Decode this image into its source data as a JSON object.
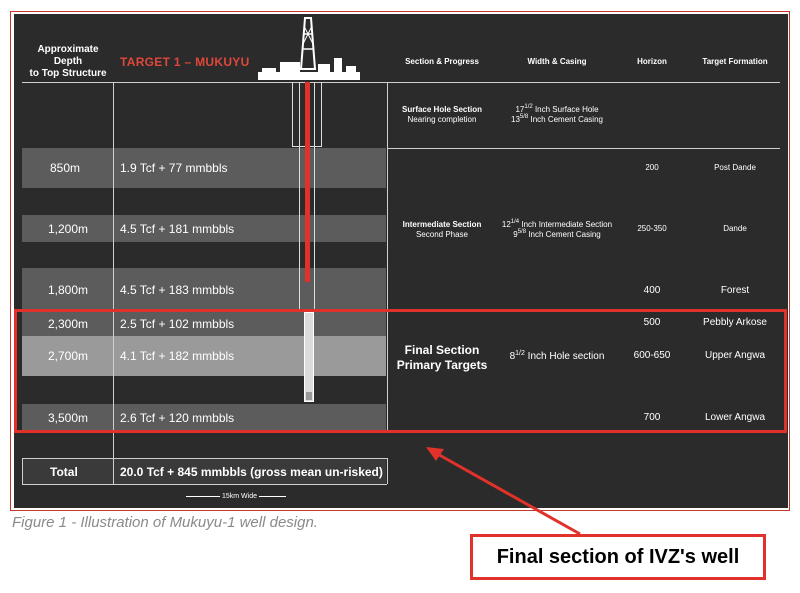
{
  "header": {
    "depth_col_line1": "Approximate",
    "depth_col_line2": "Depth",
    "depth_col_line3": "to Top Structure",
    "target_title": "TARGET 1 – MUKUYU",
    "section_col": "Section & Progress",
    "width_col": "Width & Casing",
    "horizon_col": "Horizon",
    "formation_col": "Target Formation"
  },
  "sections": {
    "surface_title": "Surface Hole Section",
    "surface_status": "Nearing completion",
    "surface_w1a": "17",
    "surface_w1sup": "1/2",
    "surface_w1b": " Inch Surface Hole",
    "surface_w2a": "13",
    "surface_w2sup": "5/8",
    "surface_w2b": " Inch Cement Casing",
    "inter_title": "Intermediate Section",
    "inter_status": "Second Phase",
    "inter_w1a": "12",
    "inter_w1sup": "1/4",
    "inter_w1b": " Inch Intermediate Section",
    "inter_w2a": "9",
    "inter_w2sup": "5/8",
    "inter_w2b": " Inch Cement Casing",
    "final_title1": "Final Section",
    "final_title2": "Primary Targets",
    "final_wa": "8",
    "final_wsup": "1/2",
    "final_wb": " Inch Hole section"
  },
  "rows": [
    {
      "depth": "850m",
      "resource": "1.9 Tcf + 77 mmbbls",
      "horizon": "200",
      "formation": "Post Dande"
    },
    {
      "depth": "1,200m",
      "resource": "4.5 Tcf + 181 mmbbls",
      "horizon": "250-350",
      "formation": "Dande"
    },
    {
      "depth": "1,800m",
      "resource": "4.5 Tcf + 183 mmbbls",
      "horizon": "400",
      "formation": "Forest"
    },
    {
      "depth": "2,300m",
      "resource": "2.5 Tcf + 102 mmbbls",
      "horizon": "500",
      "formation": "Pebbly Arkose"
    },
    {
      "depth": "2,700m",
      "resource": "4.1 Tcf + 182 mmbbls",
      "horizon": "600-650",
      "formation": "Upper Angwa"
    },
    {
      "depth": "3,500m",
      "resource": "2.6 Tcf + 120 mmbbls",
      "horizon": "700",
      "formation": "Lower Angwa"
    }
  ],
  "total": {
    "label": "Total",
    "value": "20.0 Tcf + 845 mmbbls (gross mean un-risked)"
  },
  "scale": "15km Wide",
  "caption": "Figure 1 - Illustration of Mukuyu-1 well design.",
  "callout": "Final section of IVZ's well",
  "colors": {
    "accent": "#e0322a",
    "panel": "#2b2b2b"
  }
}
